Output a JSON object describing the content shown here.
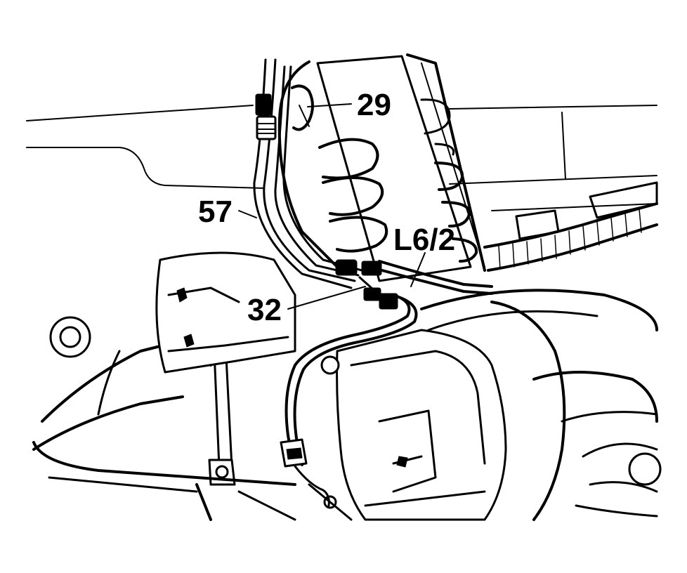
{
  "callouts": [
    {
      "id": "29",
      "text": "29"
    },
    {
      "id": "57",
      "text": "57"
    },
    {
      "id": "L6/2",
      "text": "L6/2"
    },
    {
      "id": "32",
      "text": "32"
    }
  ],
  "colors": {
    "ink": "#000000",
    "paper": "#ffffff"
  }
}
